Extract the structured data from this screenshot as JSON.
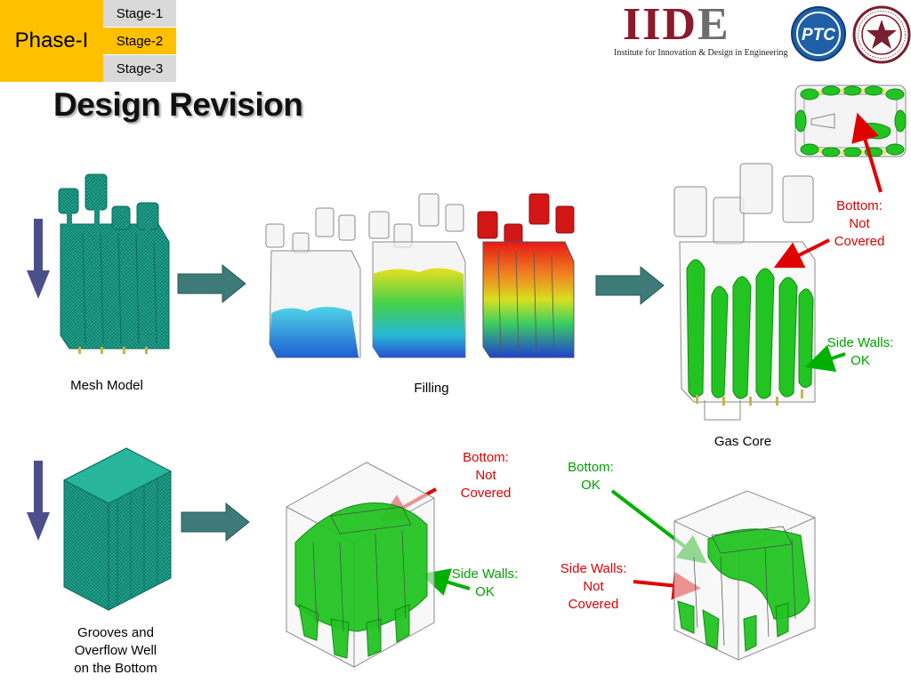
{
  "header": {
    "phase_label": "Phase-I",
    "stages": [
      "Stage-1",
      "Stage-2",
      "Stage-3"
    ],
    "active_stage_index": 1,
    "colors": {
      "phase": "#FFC000",
      "stage_active": "#FFC000",
      "stage_inactive": "#D9D9D9"
    }
  },
  "title": "Design Revision",
  "logos": {
    "iide_text_main": "IID",
    "iide_text_end": "E",
    "iide_tagline": "Institute for Innovation & Design in Engineering",
    "ptc_text": "PTC",
    "seal_icon": "university-seal-icon"
  },
  "row1": {
    "mesh_caption": "Mesh Model",
    "filling_caption": "Filling",
    "gascore_caption": "Gas Core",
    "bottom_note": [
      "Bottom:",
      "Not",
      "Covered"
    ],
    "sidewalls_note": [
      "Side Walls:",
      "OK"
    ]
  },
  "row2": {
    "grooves_caption": [
      "Grooves and",
      "Overflow Well",
      "on the Bottom"
    ],
    "mid_bottom_note": [
      "Bottom:",
      "Not",
      "Covered"
    ],
    "mid_sidewalls_note": [
      "Side Walls:",
      "OK"
    ],
    "right_bottom_note": [
      "Bottom:",
      "OK"
    ],
    "right_sidewalls_note": [
      "Side Walls:",
      "Not",
      "Covered"
    ]
  },
  "colors": {
    "mesh": "#1FA58E",
    "gas": "#22C422",
    "flow_arrow": "#3D7A78",
    "down_arrow": "#4A4F8C",
    "note_red": "#E00000",
    "note_green": "#00A000"
  }
}
